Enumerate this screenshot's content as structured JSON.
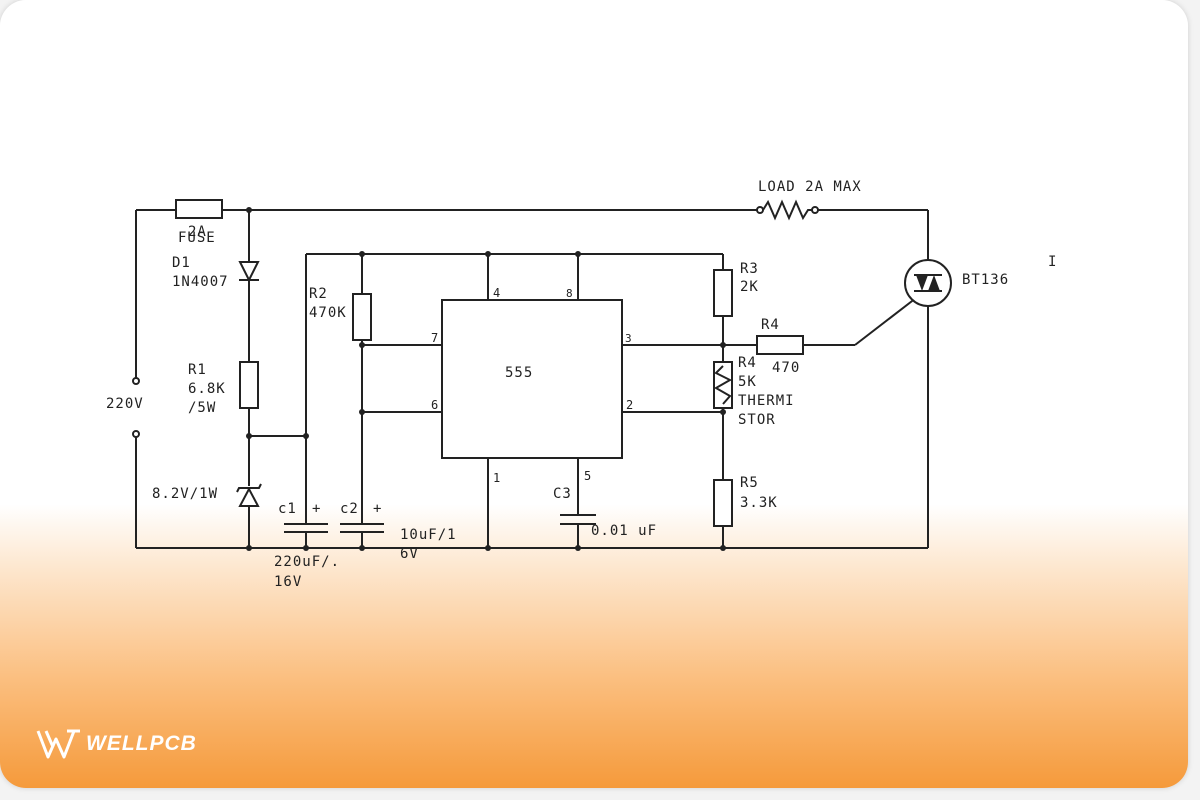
{
  "brand": {
    "logo_text": "WELLPCB",
    "accent": "#f59a3b"
  },
  "labels": {
    "fuse_rating": "2A",
    "fuse": "FUSE",
    "d1": "D1",
    "d1_part": "1N4007",
    "r1": "R1",
    "r1_val": "6.8K",
    "r1_watt": "/5W",
    "supply": "220V",
    "zener": "8.2V/1W",
    "r2": "R2",
    "r2_val": "470K",
    "c1": "c1",
    "c1_plus": "+",
    "c2": "c2",
    "c2_plus": "+",
    "c1_val1": "220uF/.",
    "c1_val2": "16V",
    "c2_val1": "10uF/1",
    "c2_val2": "6V",
    "ic": "555",
    "pin4": "4",
    "pin8": "8",
    "pin7": "7",
    "pin6": "6",
    "pin3": "3",
    "pin2": "2",
    "pin1": "1",
    "pin5": "5",
    "c3": "C3",
    "c3_val": "0.01 uF",
    "r3": "R3",
    "r3_val": "2K",
    "r4a": "R4",
    "r4a_val": "470",
    "r4b": "R4",
    "r4b_val": "5K",
    "therm1": "THERMI",
    "therm2": "STOR",
    "r5": "R5",
    "r5_val": "3.3K",
    "load": "LOAD 2A MAX",
    "triac": "BT136",
    "stray": "I"
  }
}
